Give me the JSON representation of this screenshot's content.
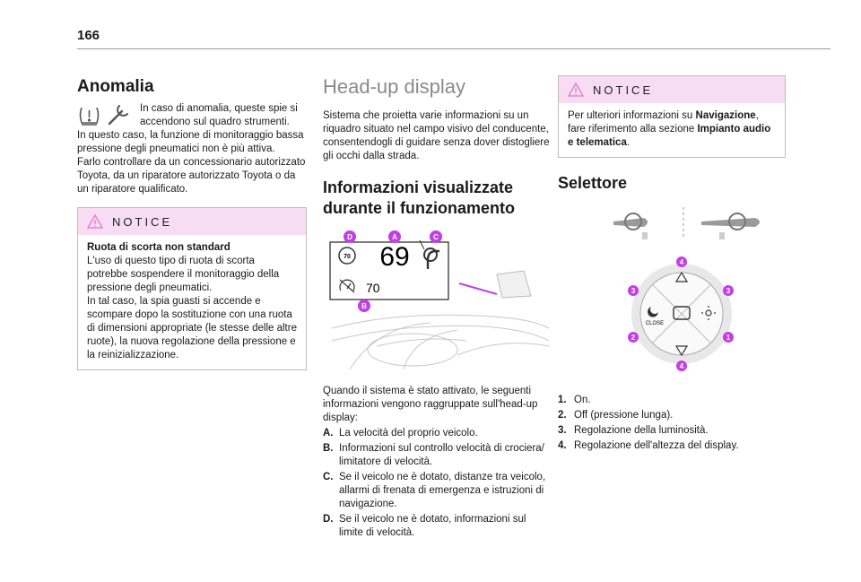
{
  "page_number": "166",
  "col1": {
    "title": "Anomalia",
    "para1_first": "In caso di anomalia, queste spie si accendono sul quadro strumenti.",
    "para1_rest": "In questo caso, la funzione di monitoraggio bassa pressione degli pneumatici non è più attiva.",
    "para2": "Farlo controllare da un concessionario autorizzato Toyota, da un riparatore autorizzato Toyota o da un riparatore qualificato.",
    "icons": [
      "tyre-pressure-warning-icon",
      "service-wrench-icon"
    ],
    "notice": {
      "title": "NOTICE",
      "heading": "Ruota di scorta non standard",
      "body1": "L'uso di questo tipo di ruota di scorta potrebbe sospendere il monitoraggio della pressione degli pneumatici.",
      "body2": "In tal caso, la spia guasti si accende e scompare dopo la sostituzione con una ruota di dimensioni appropriate (le stesse delle altre ruote), la nuova regolazione della pressione e la reinizializzazione."
    }
  },
  "col2": {
    "title": "Head-up display",
    "intro": "Sistema che proietta varie informazioni su un riquadro situato nel campo visivo del conducente, consentendogli di guidare senza dover distogliere gli occhi dalla strada.",
    "section_title": "Informazioni visualizzate durante il funzionamento",
    "figure": {
      "callouts": [
        "D",
        "A",
        "C",
        "B"
      ],
      "speed": "69",
      "sign_limit": "70",
      "cruise_value": "70"
    },
    "desc": "Quando il sistema è stato attivato, le seguenti informazioni vengono raggruppate sull'head-up display:",
    "items": [
      {
        "label": "A.",
        "text": "La velocità del proprio veicolo."
      },
      {
        "label": "B.",
        "text": "Informazioni sul controllo velocità di crociera/ limitatore di velocità."
      },
      {
        "label": "C.",
        "text": "Se il veicolo ne è dotato, distanze tra veicolo, allarmi di frenata di emergenza e istruzioni di navigazione."
      },
      {
        "label": "D.",
        "text": "Se il veicolo ne è dotato, informazioni sul limite di velocità."
      }
    ]
  },
  "col3": {
    "notice": {
      "title": "NOTICE",
      "text_pre": "Per ulteriori informazioni su ",
      "bold1": "Navigazione",
      "text_mid": ", fare riferimento alla sezione ",
      "bold2": "Impianto audio e telematica",
      "text_post": "."
    },
    "section_title": "Selettore",
    "selector": {
      "close_label": "CLOSE",
      "callouts": [
        "4",
        "3",
        "3",
        "2",
        "1",
        "4"
      ]
    },
    "items": [
      {
        "label": "1.",
        "text": "On."
      },
      {
        "label": "2.",
        "text": "Off (pressione lunga)."
      },
      {
        "label": "3.",
        "text": "Regolazione della luminosità."
      },
      {
        "label": "4.",
        "text": "Regolazione dell'altezza del display."
      }
    ]
  },
  "colors": {
    "notice_band": "#f7dcf3",
    "callout": "#c33ee6",
    "warning_triangle": "#e377c8"
  }
}
